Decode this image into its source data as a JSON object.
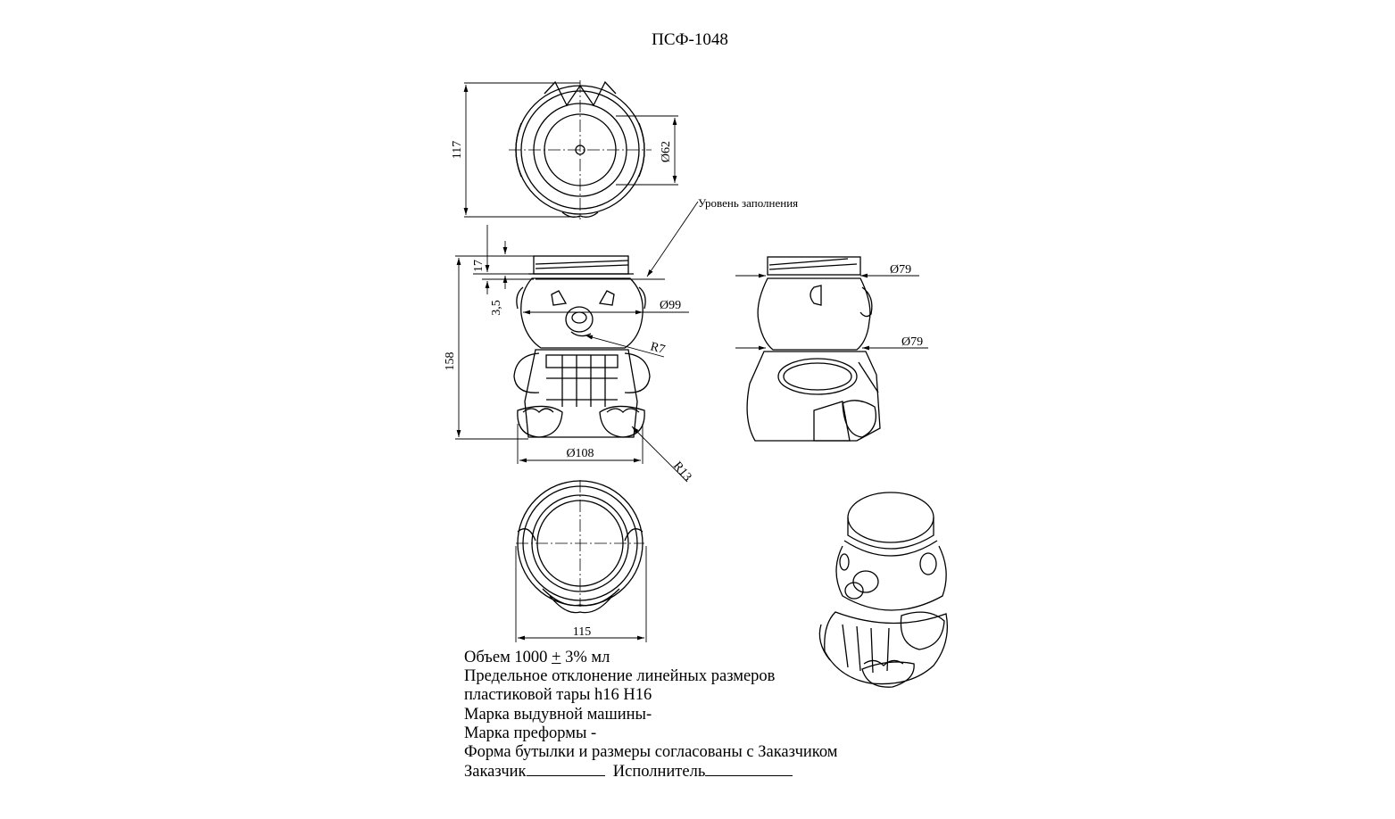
{
  "title": "ПСФ-1048",
  "dimensions": {
    "top_height": "117",
    "neck_dia": "Ø62",
    "fill_level": "Уровень заполнения",
    "d17": "17",
    "d35": "3,5",
    "body_height": "158",
    "shoulder_dia": "Ø99",
    "r7": "R7",
    "base_dia": "Ø108",
    "r13": "R13",
    "side_neck_dia": "Ø79",
    "side_waist_dia": "Ø79",
    "bottom_width": "115"
  },
  "notes": {
    "volume_label": "Объем  1000",
    "volume_pm": "+",
    "volume_rest": "3% мл",
    "tolerance_line1": "Предельное отклонение линейных размеров",
    "tolerance_line2": "пластиковой тары h16 H16",
    "blow_machine": "Марка выдувной машины-",
    "preform": "Марка преформы -",
    "agreement": "Форма бутылки и размеры согласованы с Заказчиком",
    "customer": "Заказчик",
    "contractor": "Исполнитель"
  }
}
